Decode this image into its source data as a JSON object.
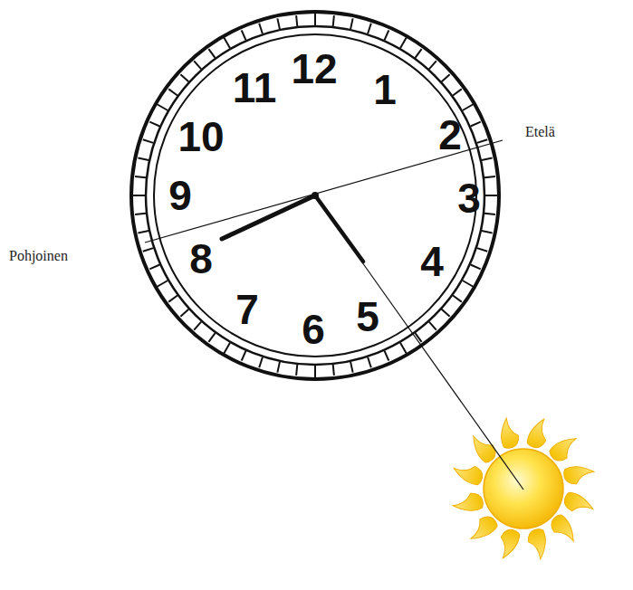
{
  "diagram": {
    "labels": [
      "12",
      "1",
      "2",
      "3",
      "4",
      "5",
      "6",
      "7",
      "8",
      "9",
      "10",
      "11",
      "Pohjoinen",
      "Etelä"
    ]
  }
}
